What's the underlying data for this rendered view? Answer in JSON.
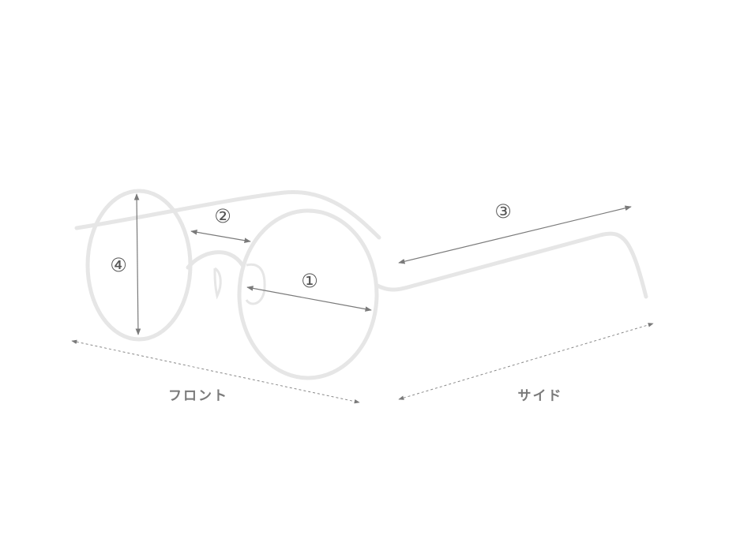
{
  "labels": {
    "lens_width": "①",
    "bridge_width": "②",
    "temple_length": "③",
    "lens_height": "④",
    "front": "フロント",
    "side": "サイド"
  },
  "colors": {
    "frame": "#e6e6e6",
    "arrow": "#7a7a7a",
    "text": "#555555"
  }
}
